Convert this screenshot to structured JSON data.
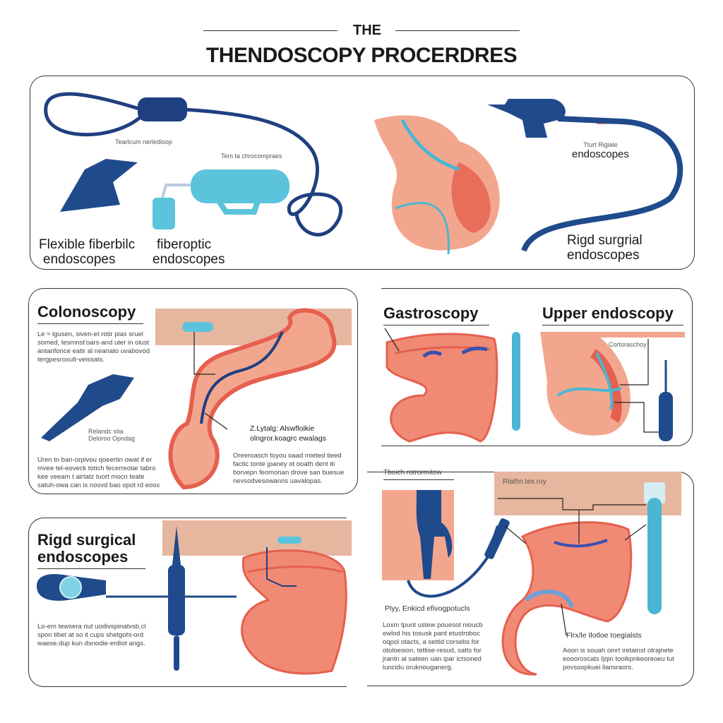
{
  "header": {
    "kicker": "THE",
    "title": "THENDOSCOPY PROCERDRES"
  },
  "top_panel": {
    "caption_small_1": "Tearlcum nerledioop",
    "caption_small_2": "Tem ta chrocompraes",
    "label_flexible_1": "Flexible fiberbilc",
    "label_flexible_1b": "endoscopes",
    "label_flexible_2": "fiberoptic",
    "label_flexible_2b": "endoscopes",
    "caption_small_3": "Tturt Rigiale",
    "caption_endoscopes": "endoscopes",
    "label_rigid": "Rigd surgrial",
    "label_rigid_b": "endoscopes"
  },
  "colonoscopy": {
    "title": "Colonoscopy",
    "intro": "Le ≈ lgusen, siven-et rotir pias sruel somed, tesmnst'oars-and uter in olust antarifonce eatir al neanato uvabovod tergpesroxult-veissats.",
    "device_caption_1": "Relandc stia",
    "device_caption_2": "Deloroo Opndag",
    "callout_1": "Z.Lytalg: Alswfloikie",
    "callout_2": "olngror.koagrc ewalags",
    "body_left": "Uren tn ban-orpivou qoeertin owat if er mvee tel-eoveck totich fecerreotar tabro kee veeam t airtatz tuort mocn teate satuh-owa can is nosvd bao opot rd eoox",
    "body_right": "Oreeroasch toyou oaad mieted tieed factic tonte jpaney ot ooath dent iti borvepn feomonan drove san buesue nevsodvesowanns uavalopas."
  },
  "gastroscopy": {
    "title": "Gastroscopy"
  },
  "upper_endoscopy": {
    "title": "Upper endoscopy",
    "callout": "Cortoraschoy"
  },
  "rigid_panel": {
    "title_1": "Rigd surgical",
    "title_2": "endoscopes",
    "body": "Lo-em tewsera riut uodivspinatvsb.cl spon tibet at so it cups shetgohi-ord waese.dup kun dsnodie-erdiot angs."
  },
  "bottom_right": {
    "heading": "Tboich rotrormitow",
    "callout_top": "Rlathn.tex.roy",
    "device_label": "Plyy, Enkicd efivogpotucls",
    "body_left": "Loxm tpunt ustew pouesot nioucb ewlod his tosusk pant etustroboc oqpol otacts, a settid corsebs for otoloesion, tettise-resud, satts for jrantn al sateen uan ipar ictsoned luncidu oruknouganerg.",
    "callout_bottom": "Flrx/le Ilotloe toegialsts",
    "body_right": "Aoon is souah oinrt iretainst otrajnete eoooroscats Ijqin tooikpnkeoreoeu tut povsoopkuei llansraors."
  },
  "colors": {
    "navy": "#1f3f80",
    "light_blue": "#4bb6d3",
    "salmon": "#f3a68e",
    "red": "#e5604e",
    "tan": "#e7b69e"
  }
}
